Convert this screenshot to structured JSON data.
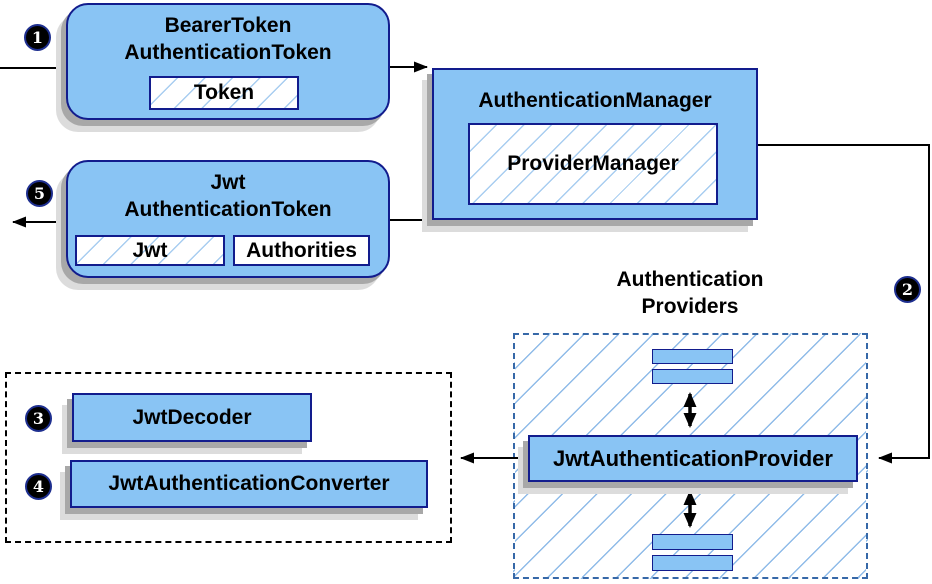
{
  "colors": {
    "node_fill": "#89c4f4",
    "node_border": "#121c8d",
    "hatch_line": "#a8cdf0",
    "providers_dashed_border": "#3668a8",
    "outer_dashed_border": "#000000",
    "shadow": "#a8a8a8",
    "arrow": "#000000",
    "badge_bg": "#000000",
    "badge_text": "#ffffff"
  },
  "nodes": {
    "bearer_token": {
      "title_line1": "BearerToken",
      "title_line2": "AuthenticationToken",
      "chip": "Token"
    },
    "auth_manager": {
      "title": "AuthenticationManager",
      "chip": "ProviderManager"
    },
    "jwt_auth_token": {
      "title_line1": "Jwt",
      "title_line2": "AuthenticationToken",
      "chip_jwt": "Jwt",
      "chip_authorities": "Authorities"
    },
    "jwt_auth_provider": {
      "label": "JwtAuthenticationProvider"
    },
    "jwt_decoder": {
      "label": "JwtDecoder"
    },
    "jwt_auth_converter": {
      "label": "JwtAuthenticationConverter"
    }
  },
  "groups": {
    "providers": {
      "label_line1": "Authentication",
      "label_line2": "Providers"
    }
  },
  "steps": {
    "step1": "1",
    "step2": "2",
    "step3": "3",
    "step4": "4",
    "step5": "5"
  }
}
